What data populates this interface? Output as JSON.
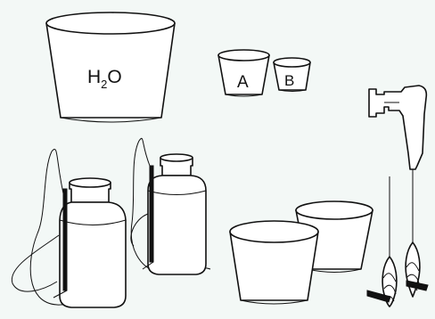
{
  "labels": {
    "water": {
      "main": "H",
      "sub": "2",
      "tail": "O"
    },
    "cup_a": "A",
    "cup_b": "B"
  },
  "colors": {
    "background": "#f3f8f6",
    "outline": "#111111",
    "fill": "#ffffff"
  },
  "icons": [
    "bucket-icon",
    "cup-icon",
    "sprayer-bottle-icon",
    "mixer-drill-icon",
    "mixing-paddle-icon"
  ]
}
